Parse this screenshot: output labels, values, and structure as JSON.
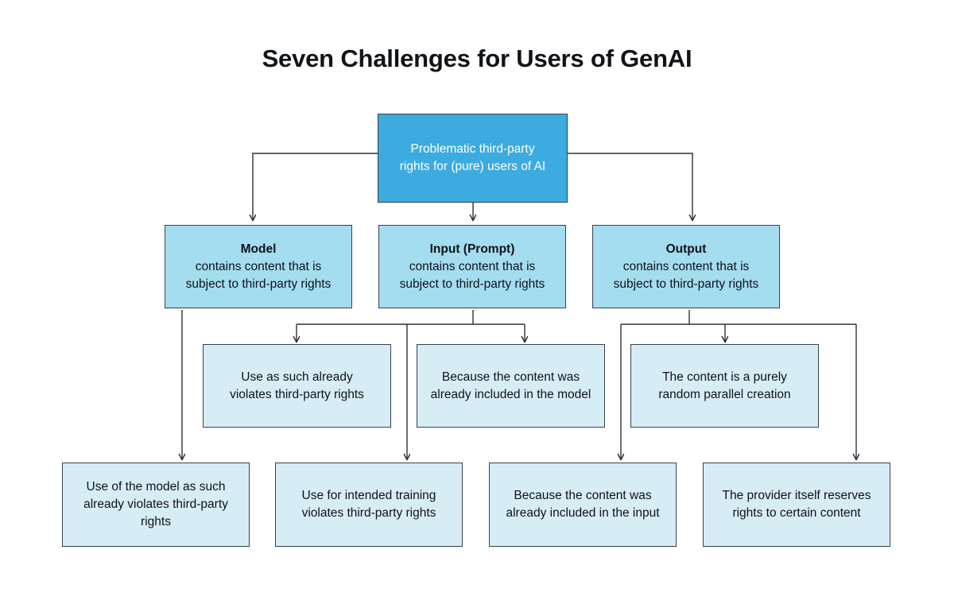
{
  "page": {
    "title": "Seven Challenges for Users of GenAI",
    "background_color": "#ffffff"
  },
  "colors": {
    "root_fill": "#3cabdf",
    "root_text": "#ffffff",
    "mid_fill": "#a4dcf0",
    "leaf_fill": "#d7edf6",
    "border": "#37424d",
    "edge": "#2b3238",
    "text": "#0e1317"
  },
  "diagram": {
    "type": "flowchart",
    "orientation": "top-down",
    "root": {
      "id": "root",
      "name": "problematic-third-party-rights",
      "line1": "Problematic third-party",
      "line2": "rights for (pure) users of AI"
    },
    "categories": [
      {
        "id": "model",
        "name": "model",
        "title": "Model",
        "line1": "contains content that is",
        "line2": "subject to third-party rights"
      },
      {
        "id": "input",
        "name": "input-prompt",
        "title": "Input (Prompt)",
        "line1": "contains content that is",
        "line2": "subject to third-party rights"
      },
      {
        "id": "output",
        "name": "output",
        "title": "Output",
        "line1": "contains content that is",
        "line2": "subject to third-party rights"
      }
    ],
    "challenges_row3": [
      {
        "id": "c1",
        "name": "use-as-such-violates",
        "line1": "Use as such already",
        "line2": "violates third-party rights",
        "parent": "input"
      },
      {
        "id": "c2",
        "name": "content-already-in-model",
        "line1": "Because the content was",
        "line2": "already included in the model",
        "parent": "input"
      },
      {
        "id": "c3",
        "name": "random-parallel-creation",
        "line1": "The content is a purely",
        "line2": "random parallel creation",
        "parent": "output"
      }
    ],
    "challenges_row4": [
      {
        "id": "c4",
        "name": "use-of-model-violates",
        "line1": "Use of the model as such",
        "line2": "already violates third-party",
        "line3": "rights",
        "parent": "model"
      },
      {
        "id": "c5",
        "name": "use-for-intended-training",
        "line1": "Use for intended training",
        "line2": "violates third-party rights",
        "parent": "input"
      },
      {
        "id": "c6",
        "name": "content-already-in-input",
        "line1": "Because the content was",
        "line2": "already included in the input",
        "parent": "output"
      },
      {
        "id": "c7",
        "name": "provider-reserves-rights",
        "line1": "The provider itself reserves",
        "line2": "rights to certain content",
        "parent": "output"
      }
    ]
  }
}
